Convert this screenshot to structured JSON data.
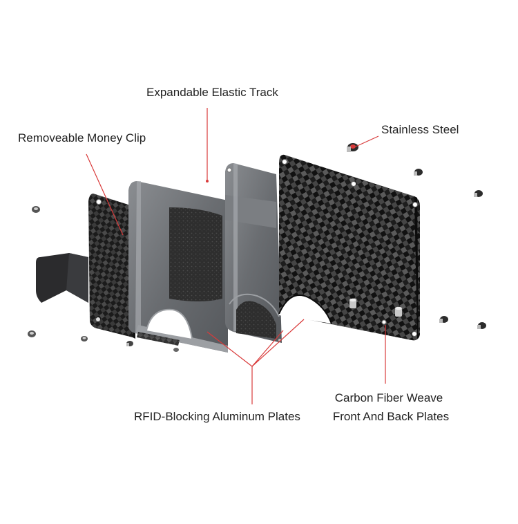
{
  "labels": {
    "elastic_track": "Expandable Elastic Track",
    "money_clip": "Removeable Money Clip",
    "stainless_steel": "Stainless Steel",
    "aluminum_plates": "RFID-Blocking Aluminum Plates",
    "carbon_line1": "Carbon Fiber Weave",
    "carbon_line2": "Front And Back Plates"
  },
  "colors": {
    "callout_line": "#d93a3a",
    "carbon_dark": "#1b1b1b",
    "carbon_light": "#4a4a4a",
    "aluminum": "#6f7276",
    "aluminum_edge": "#a7aaae",
    "felt": "#2e2e2e"
  }
}
